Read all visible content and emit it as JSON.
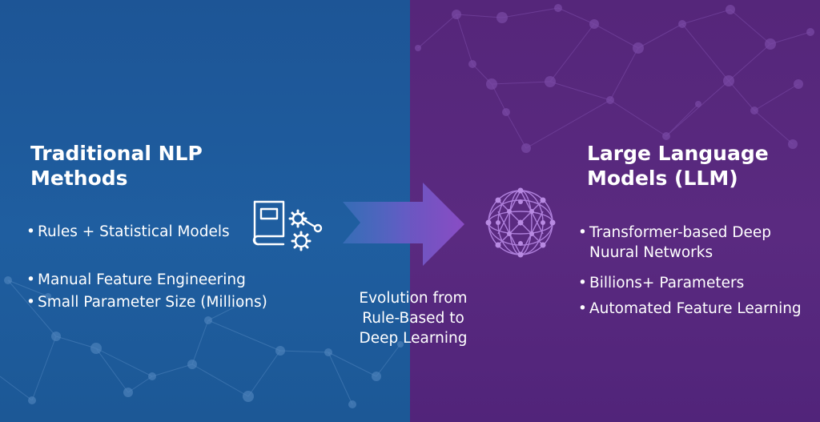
{
  "left": {
    "title_line1": "Traditional NLP",
    "title_line2": "Methods",
    "bullets": [
      "Rules + Statistical Models",
      "Manual Feature Engineering",
      "Small Parameter Size (Millions)"
    ],
    "icon": "book-with-gears-icon"
  },
  "right": {
    "title_line1": "Large Language",
    "title_line2": "Models (LLM)",
    "bullets": [
      "Transformer-based Deep",
      "Nuural Networks",
      "Billions+ Parameters",
      "Automated Feature Learning"
    ],
    "icon": "neural-sphere-icon"
  },
  "center": {
    "arrow": "right-arrow-icon",
    "caption_line1": "Evolution from",
    "caption_line2": "Rule-Based to",
    "caption_line3": "Deep Learning"
  },
  "colors": {
    "left_background": "#1f5ea0",
    "right_background": "#5a2a80",
    "arrow_start": "#4a78c8",
    "arrow_end": "#8a4cc4",
    "text": "#ffffff"
  }
}
